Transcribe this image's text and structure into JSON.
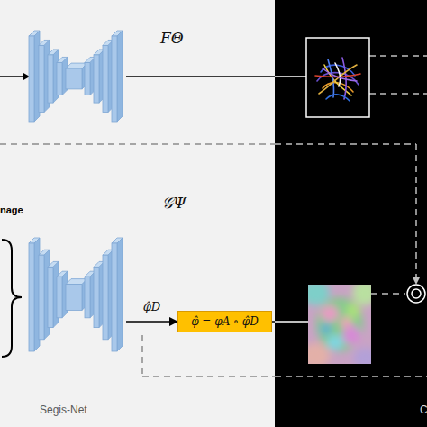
{
  "diagram": {
    "nodes": [
      {
        "text": [
          "FΘ"
        ]
      },
      {
        "text": [
          "𝒢Ψ"
        ]
      },
      {
        "text": [
          "φ̂ = φA ∘ φ̂D"
        ]
      }
    ],
    "edges": [
      {
        "from": 1,
        "to": 2,
        "arrow": "to",
        "label": "φ̂D"
      }
    ],
    "labels": [
      "nage",
      "Segis-Net",
      "C"
    ]
  }
}
